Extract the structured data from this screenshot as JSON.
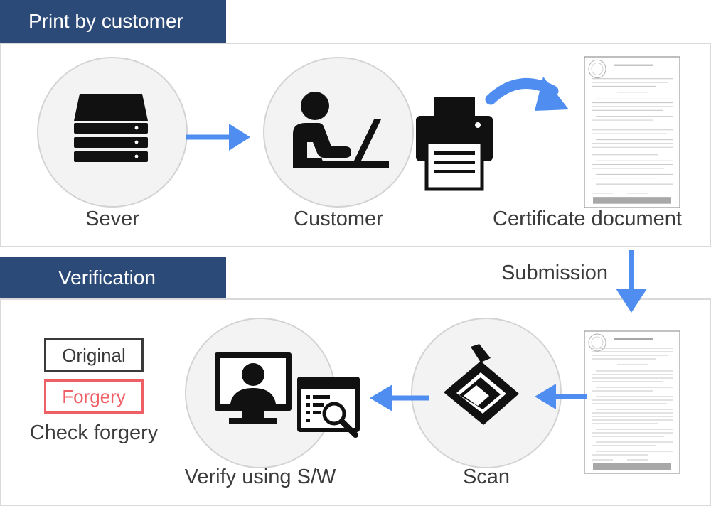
{
  "sections": {
    "print": {
      "title": "Print by customer"
    },
    "verify": {
      "title": "Verification"
    }
  },
  "nodes": {
    "server": {
      "label": "Sever",
      "icon": "server-icon"
    },
    "customer": {
      "label": "Customer",
      "icon": "person-laptop-icon"
    },
    "printer": {
      "icon": "printer-icon"
    },
    "certificate": {
      "label": "Certificate document",
      "icon": "document-icon"
    },
    "submission": {
      "label": "Submission"
    },
    "scan": {
      "label": "Scan",
      "icon": "scanner-icon"
    },
    "verify_sw": {
      "label": "Verify using S/W",
      "icon": "computer-user-icon"
    },
    "check": {
      "original": "Original",
      "forgery": "Forgery",
      "label": "Check forgery"
    }
  },
  "colors": {
    "header": "#2b4a78",
    "arrow": "#4f8ef0",
    "forgery": "#ef5f66",
    "original": "#3a3a3a"
  }
}
